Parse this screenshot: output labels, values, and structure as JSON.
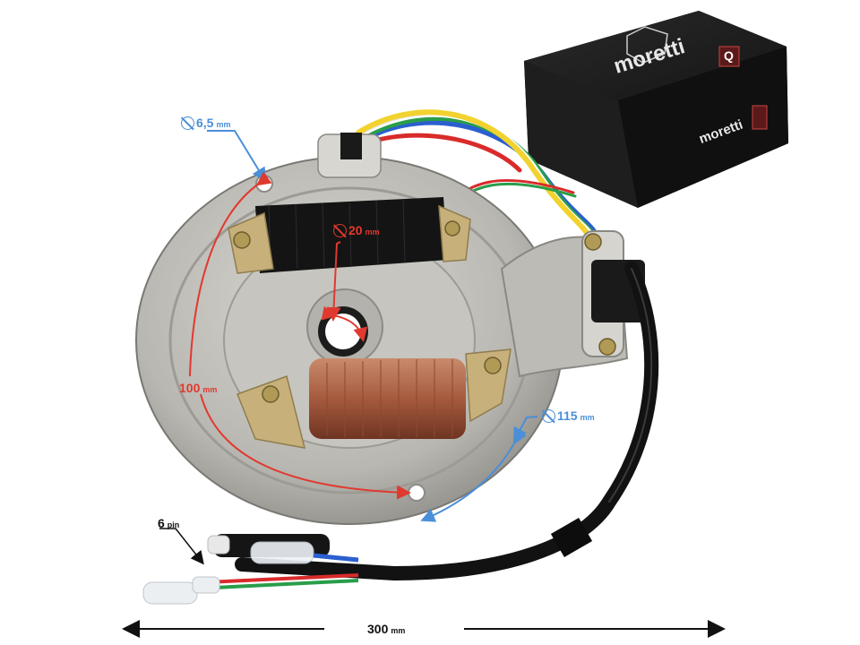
{
  "product": {
    "description": "Motorcycle ignition stator with pickup and wiring harness, shown with packaging box",
    "brand": "moretti",
    "box_badge": "Q"
  },
  "annotations": {
    "mount_hole": {
      "symbol": "diameter",
      "value": "6,5",
      "unit": "mm",
      "color": "#4a8fd8"
    },
    "center_bore": {
      "symbol": "diameter",
      "value": "20",
      "unit": "mm",
      "color": "#e0392f"
    },
    "hole_spacing": {
      "value": "100",
      "unit": "mm",
      "color": "#e0392f"
    },
    "plate_diameter": {
      "symbol": "diameter",
      "value": "115",
      "unit": "mm",
      "color": "#4a8fd8"
    },
    "connector": {
      "value": "6",
      "unit": "pin",
      "color": "#111111"
    },
    "overall_length": {
      "value": "300",
      "unit": "mm",
      "color": "#111111"
    }
  },
  "wire_colors": [
    "#f2d22e",
    "#ffffff",
    "#d92b2b",
    "#2a9d4a",
    "#2b5fcf"
  ]
}
